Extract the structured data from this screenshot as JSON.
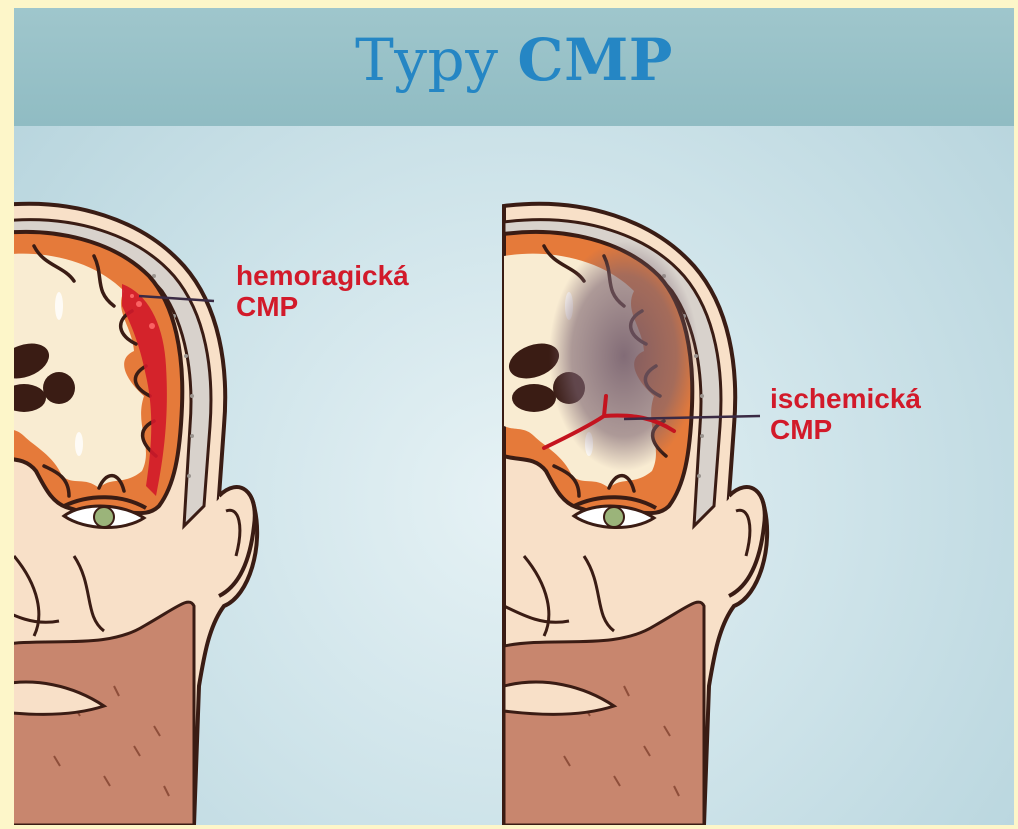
{
  "header": {
    "title_plain": "Typy",
    "title_bold": "CMP"
  },
  "labels": {
    "hemorrhagic": {
      "line1": "hemoragická",
      "line2": "CMP"
    },
    "ischemic": {
      "line1": "ischemická",
      "line2": "CMP"
    }
  },
  "colors": {
    "title": "#2586c4",
    "label": "#d21a2a",
    "header_band": "#9fc6cc",
    "skin": "#f8e0c8",
    "brain_tissue": "#f3c49a",
    "blood": "#d21a2a",
    "ischemic_shadow": "#7a6270"
  }
}
